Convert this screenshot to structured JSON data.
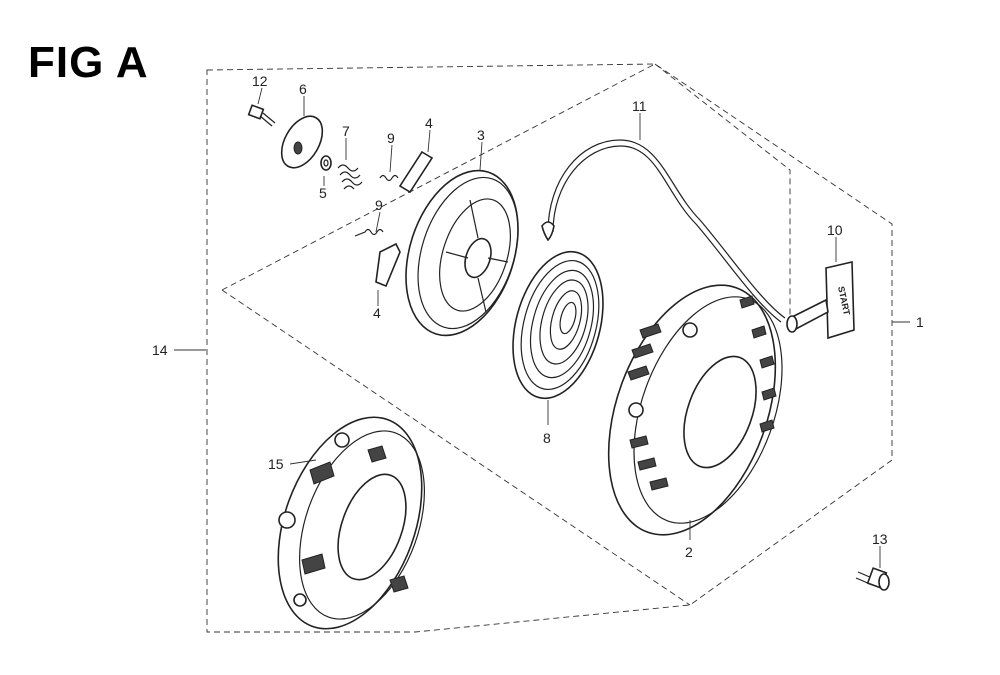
{
  "figure": {
    "title": "FIG A"
  },
  "callouts": [
    "1",
    "2",
    "3",
    "4",
    "4",
    "5",
    "6",
    "7",
    "8",
    "9",
    "9",
    "10",
    "11",
    "12",
    "13",
    "14",
    "15"
  ],
  "handle_text": "START"
}
